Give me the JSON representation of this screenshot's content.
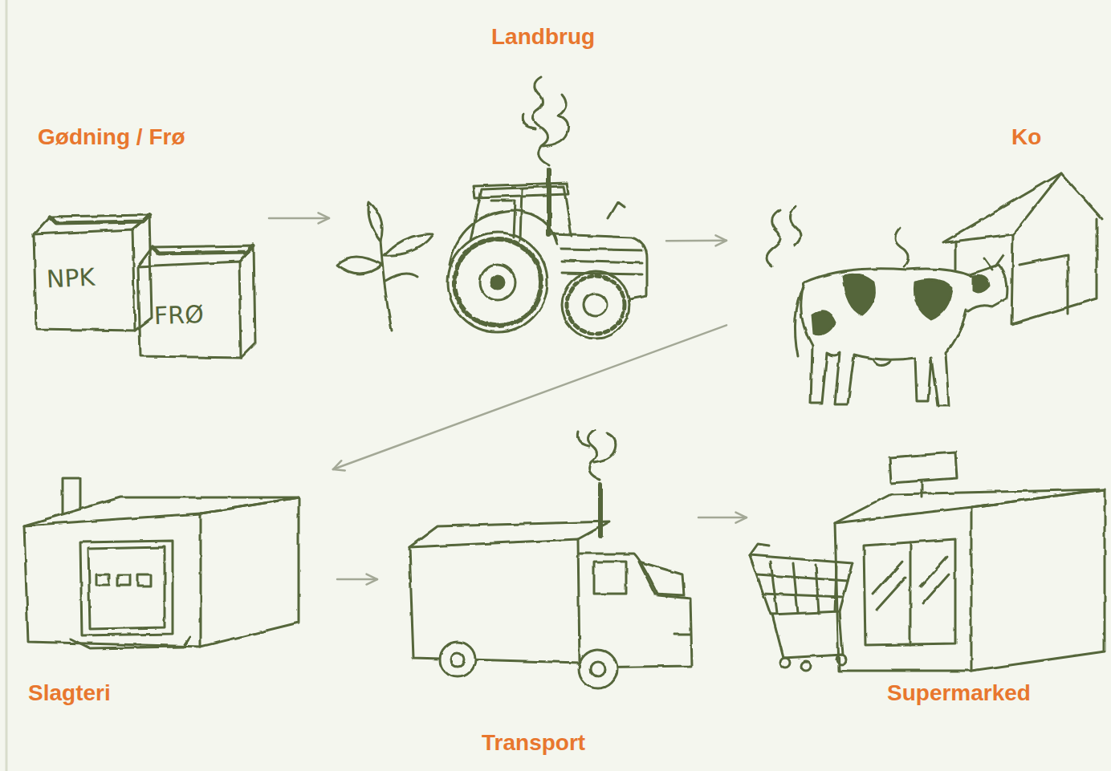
{
  "diagram": {
    "nodes": [
      {
        "text": [
          "Gødning / Frø"
        ]
      },
      {
        "text": [
          "Landbrug"
        ]
      },
      {
        "text": [
          "Ko"
        ]
      },
      {
        "text": [
          "Slagteri"
        ]
      },
      {
        "text": [
          "Transport"
        ]
      },
      {
        "text": [
          "Supermarked"
        ]
      }
    ],
    "edges": [
      {
        "from": 0,
        "to": 1,
        "arrow": "to"
      },
      {
        "from": 1,
        "to": 2,
        "arrow": "to"
      },
      {
        "from": 2,
        "to": 3,
        "arrow": "to"
      },
      {
        "from": 3,
        "to": 4,
        "arrow": "to"
      },
      {
        "from": 4,
        "to": 5,
        "arrow": "to"
      }
    ],
    "labels": [
      "NPK",
      "FRØ"
    ]
  }
}
